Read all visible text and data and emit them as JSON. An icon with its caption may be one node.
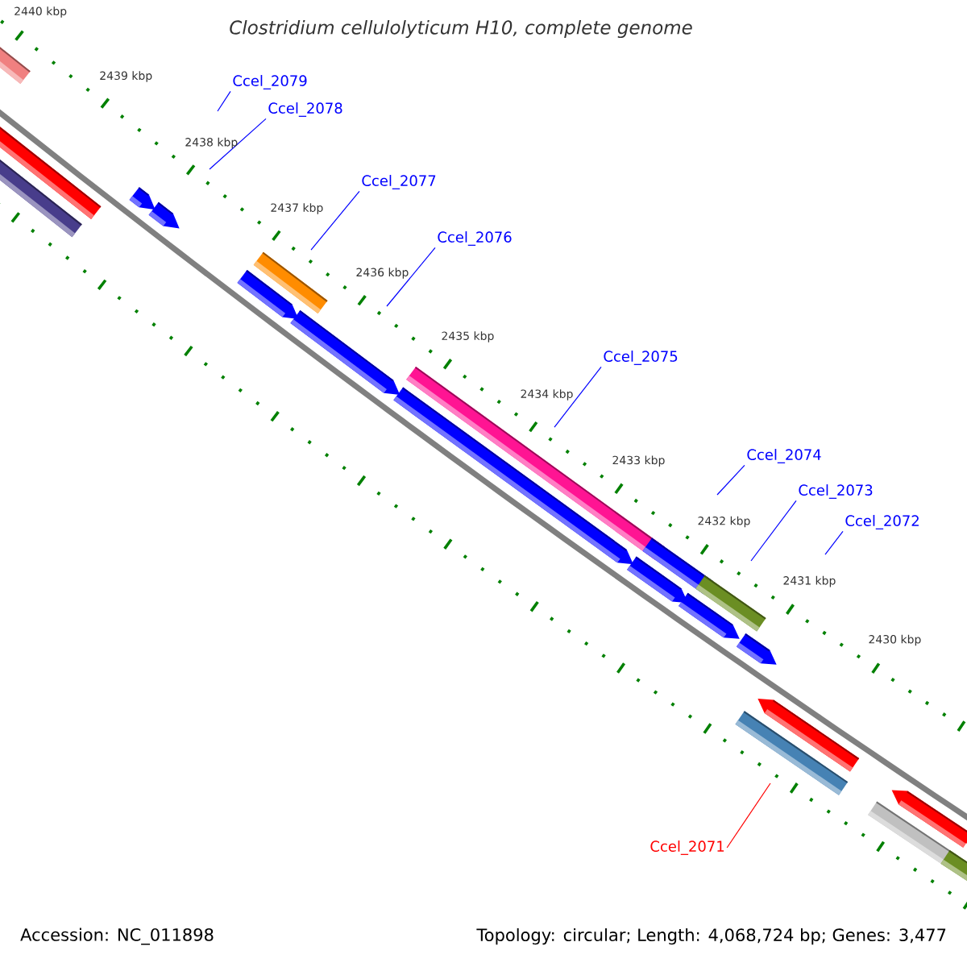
{
  "diagram": {
    "title": "Clostridium cellulolyticum H10, complete genome",
    "nodes": [
      {
        "text": [
          "Ccel_2079"
        ]
      },
      {
        "text": [
          "Ccel_2078"
        ]
      },
      {
        "text": [
          "Ccel_2077"
        ]
      },
      {
        "text": [
          "Ccel_2076"
        ]
      },
      {
        "text": [
          "Ccel_2075"
        ]
      },
      {
        "text": [
          "Ccel_2074"
        ]
      },
      {
        "text": [
          "Ccel_2073"
        ]
      },
      {
        "text": [
          "Ccel_2072"
        ]
      },
      {
        "text": [
          "Ccel_2071"
        ]
      }
    ],
    "edges": [
      {
        "from": 0,
        "to": null,
        "arrow": "none"
      },
      {
        "from": 1,
        "to": null,
        "arrow": "none"
      },
      {
        "from": 2,
        "to": null,
        "arrow": "none"
      },
      {
        "from": 3,
        "to": null,
        "arrow": "none"
      },
      {
        "from": 4,
        "to": null,
        "arrow": "none"
      },
      {
        "from": 5,
        "to": null,
        "arrow": "none"
      },
      {
        "from": 6,
        "to": null,
        "arrow": "none"
      },
      {
        "from": 7,
        "to": null,
        "arrow": "none"
      },
      {
        "from": 8,
        "to": null,
        "arrow": "none",
        "color": "#ff0000"
      }
    ],
    "labels": [
      "2440 kbp",
      "2439 kbp",
      "2438 kbp",
      "2437 kbp",
      "2436 kbp",
      "2435 kbp",
      "2434 kbp",
      "2433 kbp",
      "2432 kbp",
      "2431 kbp",
      "2430 kbp",
      "Accession: NC_011898",
      "Topology: circular; Length: 4,068,724 bp; Genes: 3,477"
    ]
  }
}
